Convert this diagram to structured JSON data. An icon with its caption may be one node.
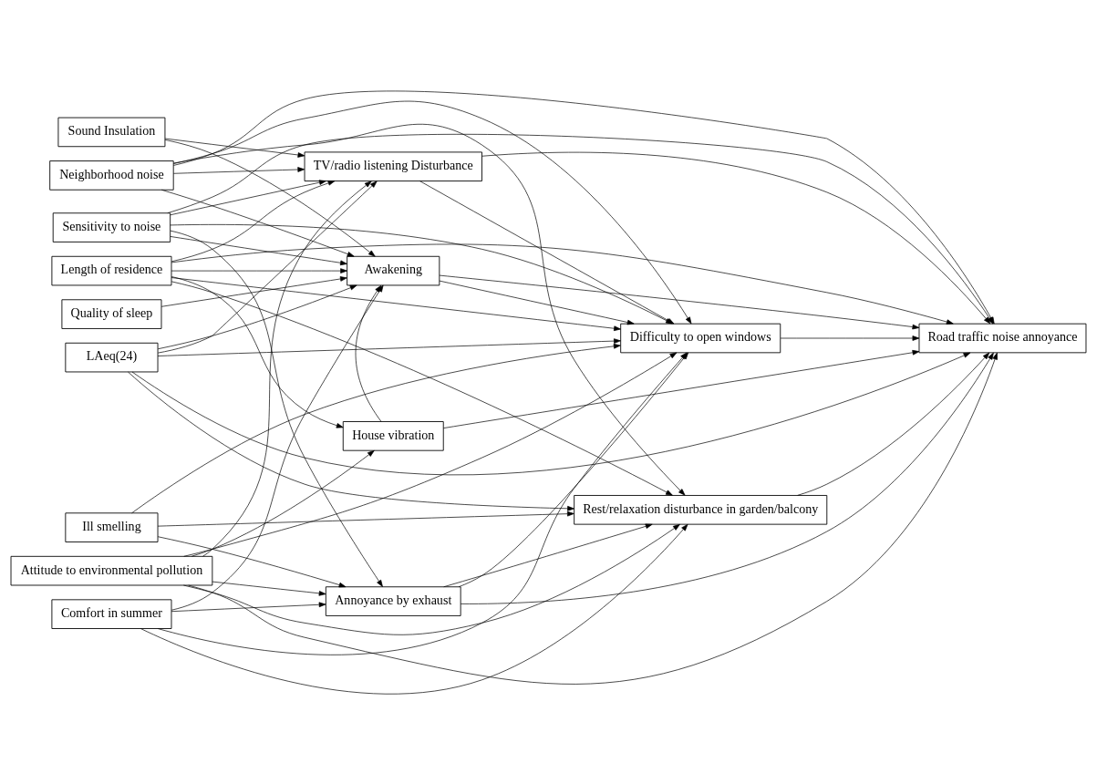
{
  "diagram": {
    "nodes": [
      {
        "text": [
          "Sound Insulation"
        ]
      },
      {
        "text": [
          "Neighborhood noise"
        ]
      },
      {
        "text": [
          "Sensitivity to noise"
        ]
      },
      {
        "text": [
          "Length of residence"
        ]
      },
      {
        "text": [
          "Quality of sleep"
        ]
      },
      {
        "text": [
          "LAeq(24)"
        ]
      },
      {
        "text": [
          "Ill smelling"
        ]
      },
      {
        "text": [
          "Attitude to environmental pollution"
        ]
      },
      {
        "text": [
          "Comfort in summer"
        ]
      },
      {
        "text": [
          "TV/radio listening Disturbance"
        ]
      },
      {
        "text": [
          "Awakening"
        ]
      },
      {
        "text": [
          "House vibration"
        ]
      },
      {
        "text": [
          "Annoyance by exhaust"
        ]
      },
      {
        "text": [
          "Difficulty to open windows"
        ]
      },
      {
        "text": [
          "Rest/relaxation disturbance in garden/balcony"
        ]
      },
      {
        "text": [
          "Road traffic noise annoyance"
        ]
      }
    ],
    "edges": [
      {
        "from": 0,
        "to": 9,
        "arrow": "to"
      },
      {
        "from": 1,
        "to": 9,
        "arrow": "to"
      },
      {
        "from": 2,
        "to": 9,
        "arrow": "to"
      },
      {
        "from": 3,
        "to": 9,
        "arrow": "to"
      },
      {
        "from": 5,
        "to": 9,
        "arrow": "to"
      },
      {
        "from": 7,
        "to": 9,
        "arrow": "to"
      },
      {
        "from": 0,
        "to": 10,
        "arrow": "to"
      },
      {
        "from": 1,
        "to": 10,
        "arrow": "to"
      },
      {
        "from": 2,
        "to": 10,
        "arrow": "to"
      },
      {
        "from": 3,
        "to": 10,
        "arrow": "to"
      },
      {
        "from": 4,
        "to": 10,
        "arrow": "to"
      },
      {
        "from": 5,
        "to": 10,
        "arrow": "to"
      },
      {
        "from": 8,
        "to": 10,
        "arrow": "to"
      },
      {
        "from": 11,
        "to": 10,
        "arrow": "to"
      },
      {
        "from": 3,
        "to": 11,
        "arrow": "to"
      },
      {
        "from": 7,
        "to": 11,
        "arrow": "to"
      },
      {
        "from": 2,
        "to": 12,
        "arrow": "to"
      },
      {
        "from": 6,
        "to": 12,
        "arrow": "to"
      },
      {
        "from": 7,
        "to": 12,
        "arrow": "to"
      },
      {
        "from": 8,
        "to": 12,
        "arrow": "to"
      },
      {
        "from": 9,
        "to": 13,
        "arrow": "to"
      },
      {
        "from": 1,
        "to": 13,
        "arrow": "to"
      },
      {
        "from": 2,
        "to": 13,
        "arrow": "to"
      },
      {
        "from": 3,
        "to": 13,
        "arrow": "to"
      },
      {
        "from": 10,
        "to": 13,
        "arrow": "to"
      },
      {
        "from": 5,
        "to": 13,
        "arrow": "to"
      },
      {
        "from": 6,
        "to": 13,
        "arrow": "to"
      },
      {
        "from": 12,
        "to": 13,
        "arrow": "to"
      },
      {
        "from": 8,
        "to": 13,
        "arrow": "to"
      },
      {
        "from": 7,
        "to": 13,
        "arrow": "to"
      },
      {
        "from": 1,
        "to": 14,
        "arrow": "to"
      },
      {
        "from": 5,
        "to": 14,
        "arrow": "to"
      },
      {
        "from": 3,
        "to": 14,
        "arrow": "to"
      },
      {
        "from": 6,
        "to": 14,
        "arrow": "to"
      },
      {
        "from": 12,
        "to": 14,
        "arrow": "to"
      },
      {
        "from": 8,
        "to": 14,
        "arrow": "to"
      },
      {
        "from": 7,
        "to": 14,
        "arrow": "to"
      },
      {
        "from": 1,
        "to": 15,
        "arrow": "to"
      },
      {
        "from": 5,
        "to": 15,
        "arrow": "to"
      },
      {
        "from": 2,
        "to": 15,
        "arrow": "to"
      },
      {
        "from": 9,
        "to": 15,
        "arrow": "to"
      },
      {
        "from": 13,
        "to": 15,
        "arrow": "to"
      },
      {
        "from": 10,
        "to": 15,
        "arrow": "to"
      },
      {
        "from": 11,
        "to": 15,
        "arrow": "to"
      },
      {
        "from": 14,
        "to": 15,
        "arrow": "to"
      },
      {
        "from": 12,
        "to": 15,
        "arrow": "to"
      },
      {
        "from": 3,
        "to": 15,
        "arrow": "to"
      },
      {
        "from": 7,
        "to": 15,
        "arrow": "to"
      }
    ]
  }
}
